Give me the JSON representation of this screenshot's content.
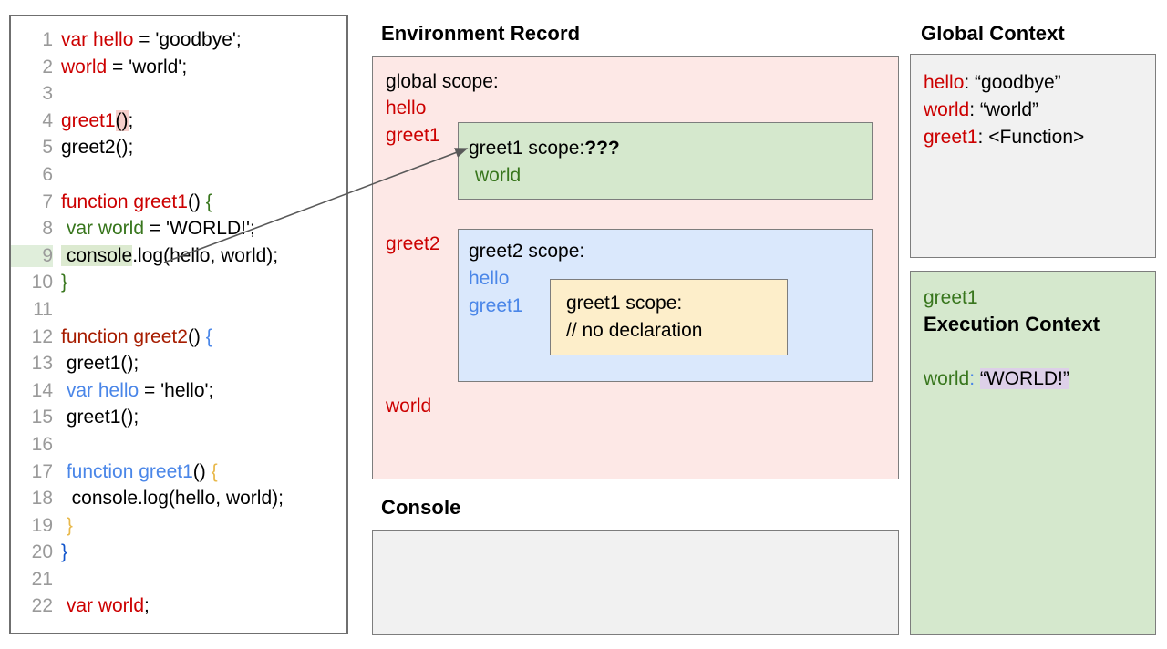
{
  "code_panel": {
    "name": "source-code",
    "lines": [
      {
        "n": "1",
        "tokens": [
          {
            "t": "var hello",
            "c": "red"
          },
          {
            "t": " = 'goodbye';",
            "c": "black"
          }
        ]
      },
      {
        "n": "2",
        "tokens": [
          {
            "t": "world",
            "c": "red"
          },
          {
            "t": " = 'world';",
            "c": "black"
          }
        ]
      },
      {
        "n": "3",
        "tokens": []
      },
      {
        "n": "4",
        "tokens": [
          {
            "t": "greet1",
            "c": "red"
          },
          {
            "t": "()",
            "c": "black",
            "hl": "pink"
          },
          {
            "t": ";",
            "c": "black"
          }
        ]
      },
      {
        "n": "5",
        "tokens": [
          {
            "t": "greet2();",
            "c": "black"
          }
        ]
      },
      {
        "n": "6",
        "tokens": []
      },
      {
        "n": "7",
        "tokens": [
          {
            "t": "function greet1",
            "c": "red"
          },
          {
            "t": "()",
            "c": "black"
          },
          {
            "t": " {",
            "c": "green"
          }
        ]
      },
      {
        "n": "8",
        "tokens": [
          {
            "t": " var world",
            "c": "green"
          },
          {
            "t": " = 'WORLD!';",
            "c": "black"
          }
        ]
      },
      {
        "n": "9",
        "tokens": [
          {
            "t": " console",
            "c": "black",
            "hl": "green"
          },
          {
            "t": ".log(hello, world);",
            "c": "black"
          }
        ],
        "ln_hl": true
      },
      {
        "n": "10",
        "tokens": [
          {
            "t": "}",
            "c": "green"
          }
        ]
      },
      {
        "n": "11",
        "tokens": []
      },
      {
        "n": "12",
        "tokens": [
          {
            "t": "function greet2",
            "c": "dkred"
          },
          {
            "t": "()",
            "c": "black"
          },
          {
            "t": " {",
            "c": "blue"
          }
        ]
      },
      {
        "n": "13",
        "tokens": [
          {
            "t": " greet1();",
            "c": "black"
          }
        ]
      },
      {
        "n": "14",
        "tokens": [
          {
            "t": " var hello",
            "c": "blue"
          },
          {
            "t": " = 'hello';",
            "c": "black"
          }
        ]
      },
      {
        "n": "15",
        "tokens": [
          {
            "t": " greet1();",
            "c": "black"
          }
        ]
      },
      {
        "n": "16",
        "tokens": []
      },
      {
        "n": "17",
        "tokens": [
          {
            "t": " function greet1",
            "c": "blue"
          },
          {
            "t": "()",
            "c": "black"
          },
          {
            "t": " {",
            "c": "orange"
          }
        ]
      },
      {
        "n": "18",
        "tokens": [
          {
            "t": "  console.log(hello, world);",
            "c": "black"
          }
        ]
      },
      {
        "n": "19",
        "tokens": [
          {
            "t": " }",
            "c": "orange"
          }
        ]
      },
      {
        "n": "20",
        "tokens": [
          {
            "t": "}",
            "c": "dblue"
          }
        ]
      },
      {
        "n": "21",
        "tokens": []
      },
      {
        "n": "22",
        "tokens": [
          {
            "t": " var world",
            "c": "red"
          },
          {
            "t": ";",
            "c": "black"
          }
        ]
      }
    ]
  },
  "environment_record": {
    "title": "Environment Record",
    "global_scope_label": "global scope:",
    "global_vars": [
      "hello",
      "greet1",
      "greet2",
      "world"
    ],
    "greet1_scope": {
      "heading": "greet1 scope:",
      "unknown_marker": "???",
      "vars": [
        "world"
      ]
    },
    "greet2_scope": {
      "heading": "greet2 scope:",
      "vars": [
        "hello",
        "greet1"
      ],
      "inner_greet1_scope": {
        "heading": "greet1 scope:",
        "comment": "// no declaration"
      }
    }
  },
  "console": {
    "title": "Console",
    "output": ""
  },
  "global_context": {
    "title": "Global Context",
    "entries": [
      {
        "key": "hello",
        "value": " “goodbye”"
      },
      {
        "key": "world",
        "value": " “world”"
      },
      {
        "key": "greet1",
        "value": " <Function>"
      }
    ]
  },
  "execution_context": {
    "function_name": "greet1",
    "heading": "Execution Context",
    "variable_key": "world",
    "variable_colon": ":",
    "variable_value": "“WORLD!”"
  },
  "colors": {
    "env_record_bg": "#fde8e6",
    "greet1_scope_bg": "#d5e8cd",
    "greet2_scope_bg": "#dae8fc",
    "inner_scope_bg": "#fdeeca",
    "console_bg": "#f1f1f1",
    "global_context_bg": "#f1f1f1",
    "exec_context_bg": "#d5e8cd",
    "keyword_red": "#cc0000",
    "keyword_green": "#38761d",
    "keyword_blue": "#4a86e8",
    "highlight_purple": "#ddd0e8",
    "border_gray": "#7d7d7d"
  }
}
